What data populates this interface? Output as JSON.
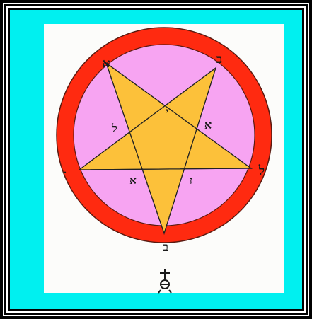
{
  "colors": {
    "outer_border": "#000000",
    "cyan_mat": "#00f0f0",
    "paper": "#fcfcfa",
    "ring": "#ff2a10",
    "disc": "#f7a4f2",
    "star": "#fcc13a",
    "ink": "#1a1a1a"
  },
  "icons": {
    "glyph_below": "earth-cross-symbol"
  },
  "ring_letters": {
    "top_left": "א",
    "top_right": "ב",
    "right": "ל",
    "bottom": "ב",
    "left_dot": "•"
  },
  "inner_letters": {
    "center_top": "י",
    "mid_left": "ל",
    "mid_right": "א",
    "lower_left": "א",
    "lower_right": "ז"
  },
  "symbol_below": "♁"
}
